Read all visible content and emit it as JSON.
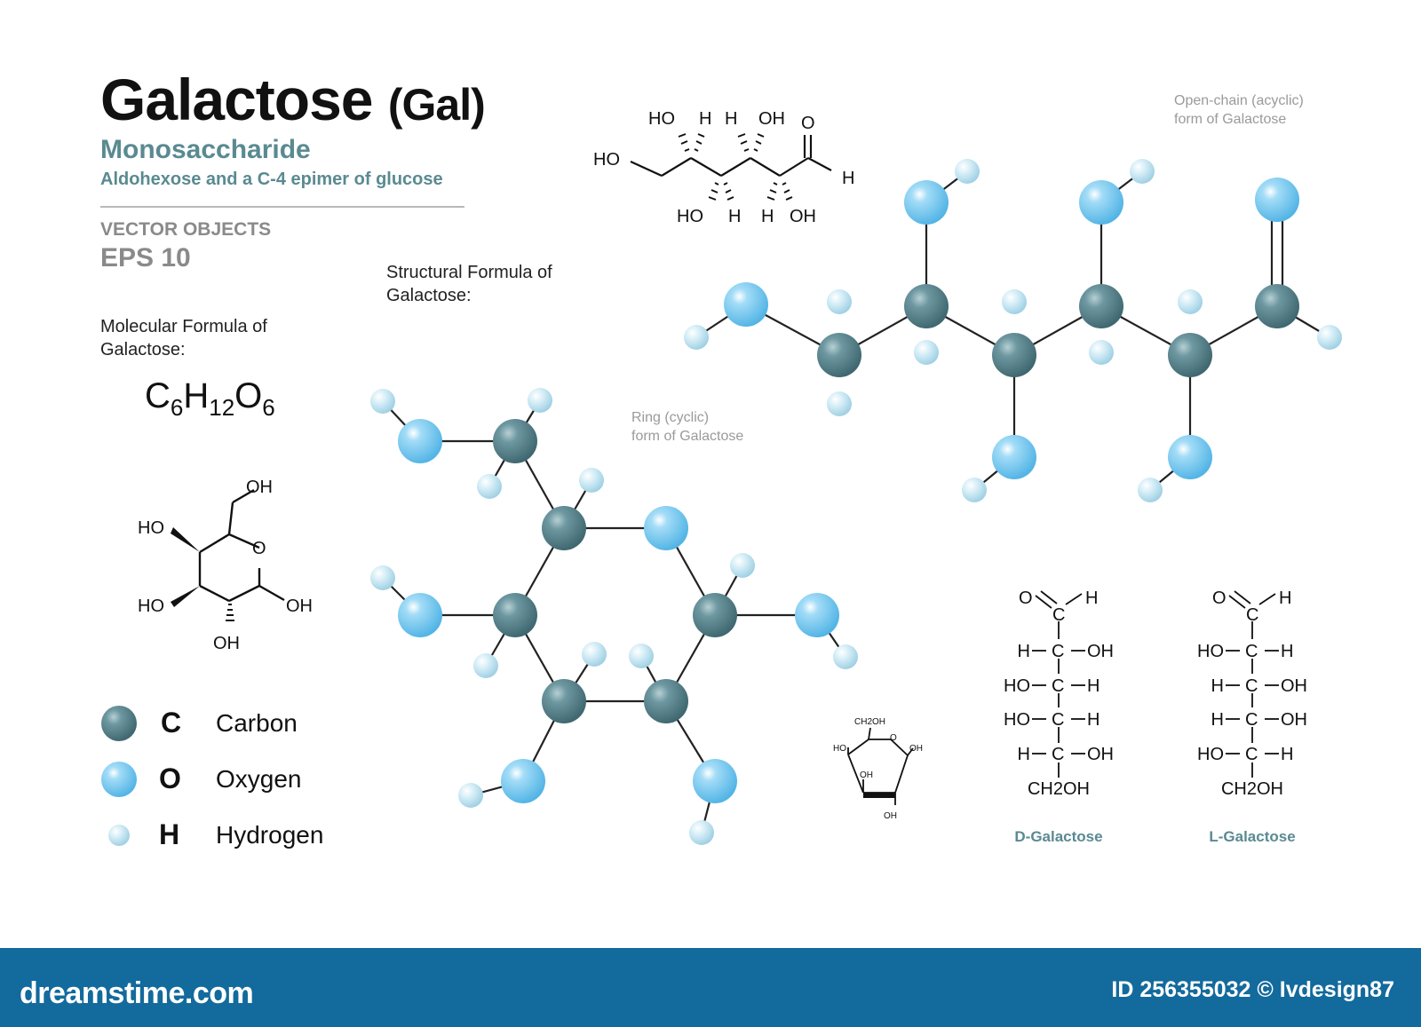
{
  "header": {
    "title": "Galactose",
    "abbreviation": "(Gal)",
    "subtitle": "Monosaccharide",
    "description": "Aldohexose and a C-4 epimer of glucose",
    "vector_label": "VECTOR OBJECTS",
    "format_label": "EPS 10"
  },
  "labels": {
    "molecular_formula_line1": "Molecular Formula of",
    "molecular_formula_line2": "Galactose:",
    "structural_formula_line1": "Structural  Formula of",
    "structural_formula_line2": "Galactose:",
    "ring_caption_line1": "Ring (cyclic)",
    "ring_caption_line2": "form of Galactose",
    "open_chain_caption_line1": "Open-chain (acyclic)",
    "open_chain_caption_line2": "form of Galactose"
  },
  "formula": {
    "c": "C",
    "c_n": "6",
    "h": "H",
    "h_n": "12",
    "o": "O",
    "o_n": "6"
  },
  "legend": [
    {
      "symbol": "C",
      "name": "Carbon",
      "color": "#5b8791"
    },
    {
      "symbol": "O",
      "name": "Oxygen",
      "color": "#7fcdf4"
    },
    {
      "symbol": "H",
      "name": "Hydrogen",
      "color": "#c4e6f3"
    }
  ],
  "haworth_labels": {
    "oh_top": "OH",
    "ho_upper": "HO",
    "ring_o": "O",
    "ho_lower": "HO",
    "oh_right": "OH",
    "oh_bottom": "OH"
  },
  "open_chain_skeletal_labels": {
    "ho_1": "HO",
    "h_1": "H",
    "h_2": "H",
    "oh_1": "OH",
    "o": "O",
    "ho_end": "HO",
    "h_end": "H",
    "ho_2": "HO",
    "h_3": "H",
    "h_4": "H",
    "oh_2": "OH"
  },
  "chair_labels": {
    "ch2oh": "CH2OH",
    "ho_left": "HO",
    "o_ring": "O",
    "oh_right": "OH",
    "oh_mid": "OH",
    "oh_bottom": "OH"
  },
  "fischer": {
    "d_galactose": {
      "name": "D-Galactose",
      "top_o": "O",
      "top_h": "H",
      "top_c": "C",
      "rows": [
        {
          "left": "H",
          "right": "OH"
        },
        {
          "left": "HO",
          "right": "H"
        },
        {
          "left": "HO",
          "right": "H"
        },
        {
          "left": "H",
          "right": "OH"
        }
      ],
      "bottom": "CH2OH"
    },
    "l_galactose": {
      "name": "L-Galactose",
      "top_o": "O",
      "top_h": "H",
      "top_c": "C",
      "rows": [
        {
          "left": "HO",
          "right": "H"
        },
        {
          "left": "H",
          "right": "OH"
        },
        {
          "left": "H",
          "right": "OH"
        },
        {
          "left": "HO",
          "right": "H"
        }
      ],
      "bottom": "CH2OH"
    }
  },
  "footer": {
    "brand": "dreamstime.com",
    "stock_id": "ID 256355032 © Ivdesign87"
  },
  "colors": {
    "carbon": "#5b8791",
    "oxygen": "#7fcdf4",
    "hydrogen": "#c4e6f3",
    "accent": "#5a8a91",
    "footer": "#136a9c"
  }
}
